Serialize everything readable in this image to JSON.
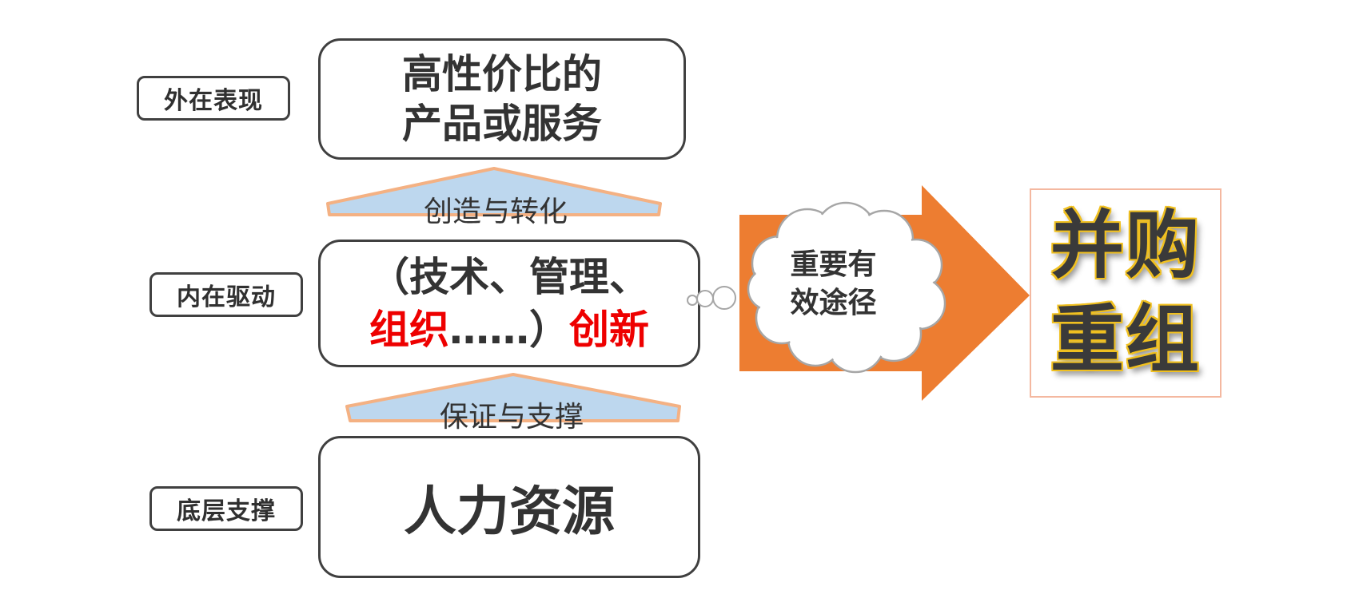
{
  "labels": {
    "outer": "外在表现",
    "inner": "内在驱动",
    "base": "底层支撑"
  },
  "boxes": {
    "product": {
      "line1": "高性价比的",
      "line2": "产品或服务"
    },
    "innovation": {
      "line1": "（技术、管理、",
      "line2_red": "组织",
      "line2_mid": "……）",
      "line2_red2": "创新"
    },
    "hr": "人力资源"
  },
  "connectors": {
    "top": "创造与转化",
    "bottom": "保证与支撑"
  },
  "cloud": {
    "line1": "重要有",
    "line2": "效途径"
  },
  "result": {
    "line1": "并购",
    "line2": "重组"
  },
  "colors": {
    "arrow": "#ed7d31",
    "roof_fill": "#bdd7ee",
    "roof_edge": "#f4b183",
    "highlight_red": "#ee0000",
    "result_outline": "#f0c020"
  }
}
